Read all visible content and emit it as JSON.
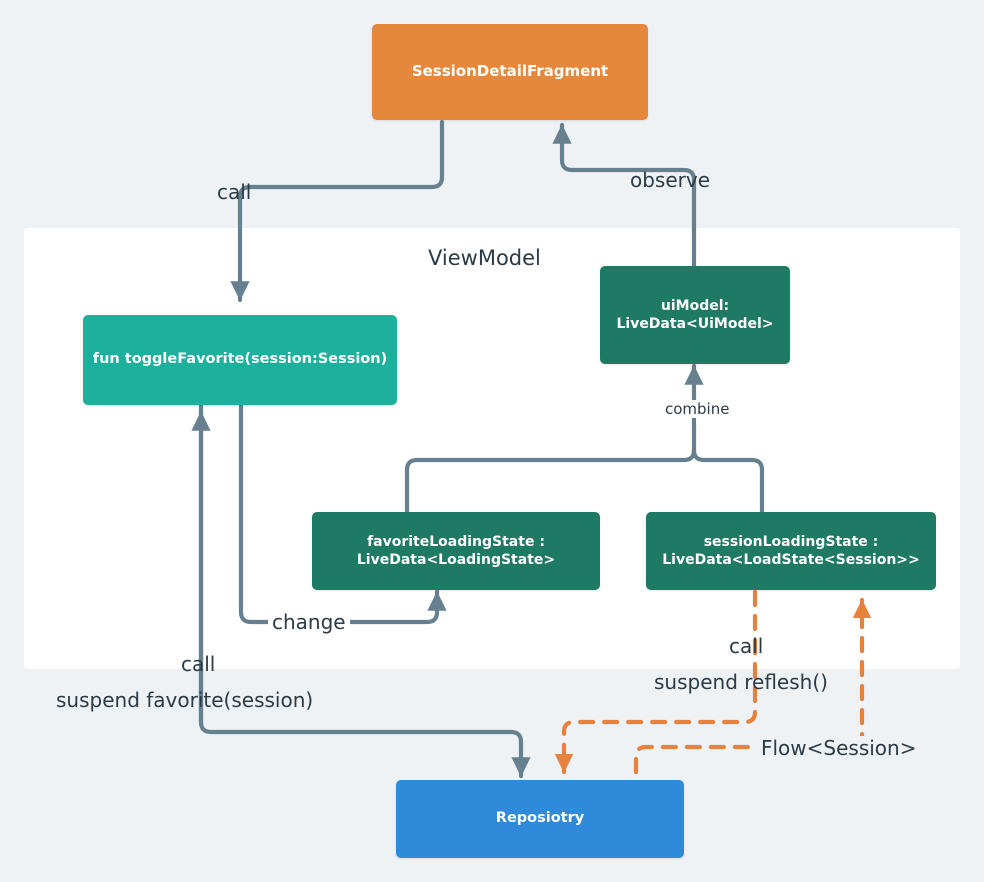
{
  "diagram": {
    "title": "ViewModel architecture flow",
    "background_color": "#eef2f5",
    "panel": {
      "label": "ViewModel",
      "background_color": "#ffffff"
    },
    "nodes": {
      "fragment": {
        "label": "SessionDetailFragment",
        "color": "#e6883c"
      },
      "toggle_favorite": {
        "label": "fun toggleFavorite(session:Session)",
        "color": "#1cb09d"
      },
      "ui_model": {
        "line1": "uiModel:",
        "line2": "LiveData<UiModel>",
        "color": "#1f7a64"
      },
      "favorite_loading_state": {
        "line1": "favoriteLoadingState :",
        "line2": "LiveData<LoadingState>",
        "color": "#1f7a64"
      },
      "session_loading_state": {
        "line1": "sessionLoadingState :",
        "line2": "LiveData<LoadState<Session>>",
        "color": "#1f7a64"
      },
      "repository": {
        "label": "Reposiotry",
        "color": "#2f8ada"
      }
    },
    "edges": {
      "call_fragment_to_toggle": "call",
      "observe_uimodel_to_fragment": "observe",
      "combine_to_uimodel": "combine",
      "change_toggle_to_favorite_state": "change",
      "call_toggle_to_repo": "call",
      "suspend_favorite": "suspend favorite(session)",
      "call_session_state_to_repo": "call",
      "suspend_reflesh": "suspend reflesh()",
      "flow_session": "Flow<Session>"
    },
    "edge_colors": {
      "solid": "#67808f",
      "dashed": "#e8813c"
    }
  }
}
